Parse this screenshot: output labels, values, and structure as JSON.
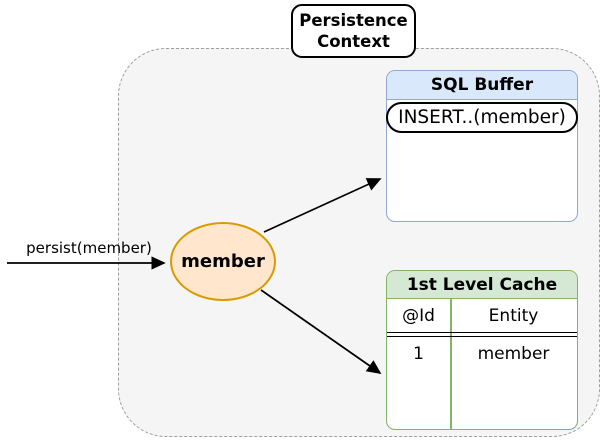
{
  "colors": {
    "container_fill": "#f5f5f5",
    "container_stroke": "#9e9e9e",
    "blue_header_fill": "#dae8fc",
    "blue_stroke": "#8fa8d4",
    "green_header_fill": "#d5e8d4",
    "green_stroke": "#82b366",
    "ellipse_fill": "#ffe6cc",
    "ellipse_stroke": "#d79b00",
    "arrow_color": "#000000"
  },
  "title_box": {
    "label": "Persistence Context"
  },
  "persist_arrow": {
    "label": "persist(member)"
  },
  "member_node": {
    "label": "member"
  },
  "sql_buffer": {
    "title": "SQL Buffer",
    "statement": "INSERT..(member)"
  },
  "first_level_cache": {
    "title": "1st Level Cache",
    "columns": [
      "@Id",
      "Entity"
    ],
    "rows": [
      [
        "1",
        "member"
      ]
    ]
  }
}
